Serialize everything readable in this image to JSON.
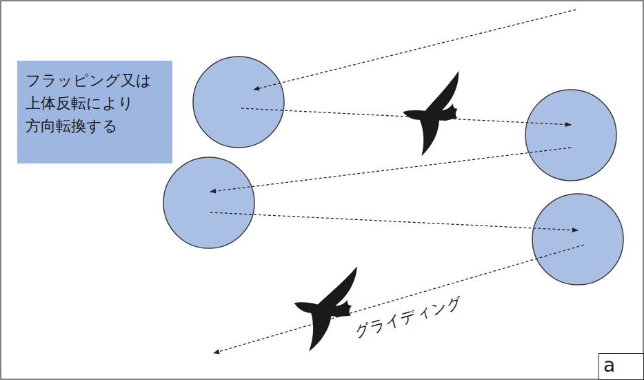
{
  "diagram": {
    "nodes": [
      {
        "text": [
          "フラッピング又は 上体反転により 方向転換する"
        ]
      },
      {
        "text": [
          "a"
        ]
      }
    ],
    "labels": [
      "グライディング"
    ]
  }
}
